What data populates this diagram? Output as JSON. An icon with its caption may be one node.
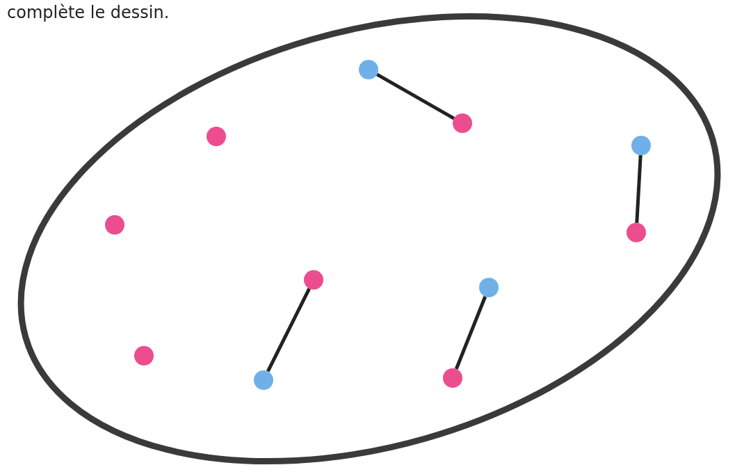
{
  "diagram": {
    "nodes": [
      {
        "text": [],
        "shape": "oval"
      },
      {
        "text": [],
        "shape": "circle",
        "in": 0
      },
      {
        "text": [],
        "shape": "circle",
        "in": 0
      },
      {
        "text": [],
        "shape": "circle",
        "in": 0
      },
      {
        "text": [],
        "shape": "circle",
        "in": 0
      },
      {
        "text": [],
        "shape": "circle",
        "in": 0
      },
      {
        "text": [],
        "shape": "circle",
        "in": 0
      },
      {
        "text": [],
        "shape": "circle",
        "in": 0
      },
      {
        "text": [],
        "shape": "circle",
        "in": 0
      },
      {
        "text": [],
        "shape": "circle",
        "in": 0
      },
      {
        "text": [],
        "shape": "circle",
        "in": 0
      },
      {
        "text": [],
        "shape": "circle",
        "in": 0
      }
    ],
    "edges": [
      {
        "from": 1,
        "to": 2,
        "arrow": "none"
      },
      {
        "from": 4,
        "to": 6,
        "arrow": "none"
      },
      {
        "from": 7,
        "to": 11,
        "arrow": "none"
      },
      {
        "from": 8,
        "to": 10,
        "arrow": "none"
      }
    ],
    "labels": [
      "complète le dessin."
    ]
  }
}
